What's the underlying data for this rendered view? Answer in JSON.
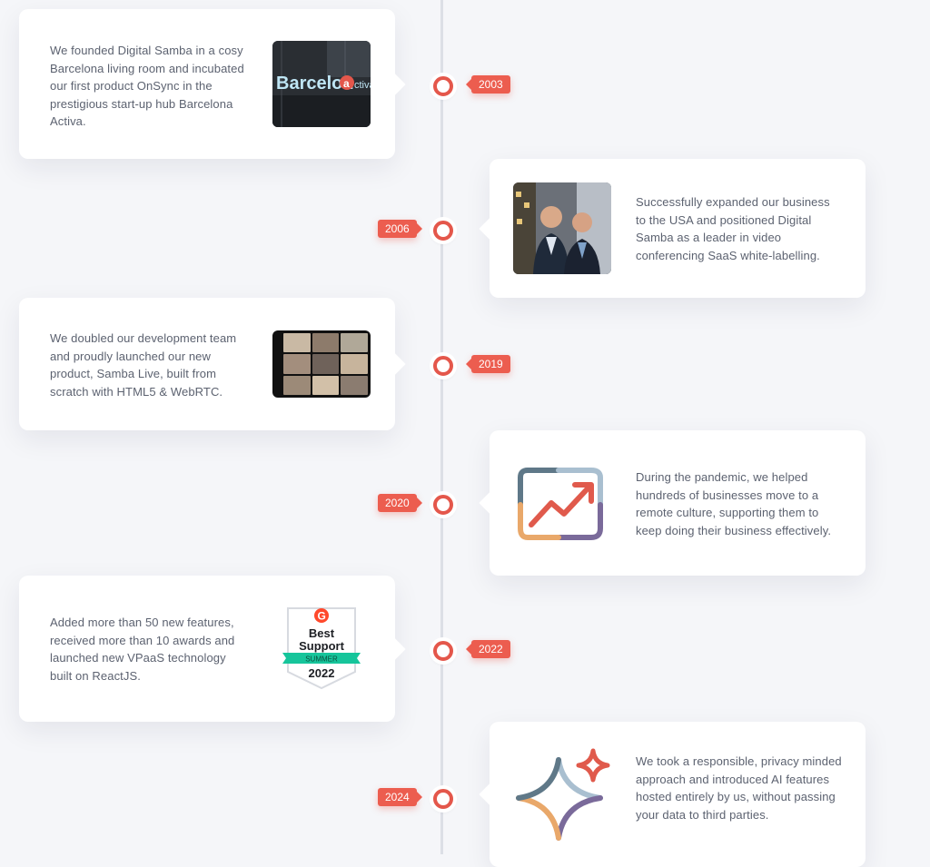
{
  "timeline": [
    {
      "year": "2003",
      "side": "left",
      "text": "We founded Digital Samba in a cosy Barcelona living room and incubated our first product OnSync in the prestigious start-up hub Barcelona Activa.",
      "image": "barcelona-activa-photo",
      "sign_text": "Barcelon",
      "sign_circle": "a",
      "sign_suffix": "ctiva"
    },
    {
      "year": "2006",
      "side": "right",
      "text": "Successfully expanded our business to the USA and positioned Digital Samba as a leader in video conferencing SaaS white-labelling.",
      "image": "founders-photo"
    },
    {
      "year": "2019",
      "side": "left",
      "text": "We doubled our development team and proudly launched our new product, Samba Live, built from scratch with HTML5 & WebRTC.",
      "image": "video-call-grid-photo"
    },
    {
      "year": "2020",
      "side": "right",
      "text": "During the pandemic, we helped hundreds of businesses move to a remote culture, supporting them to keep doing their business effectively.",
      "image": "growth-chart-icon"
    },
    {
      "year": "2022",
      "side": "left",
      "text": "Added more than 50 new features, received more than 10 awards and launched new VPaaS technology built on ReactJS.",
      "image": "g2-best-support-badge",
      "badge": {
        "g2": "G",
        "line1": "Best",
        "line2": "Support",
        "ribbon": "SUMMER",
        "year": "2022"
      }
    },
    {
      "year": "2024",
      "side": "right",
      "text": "We took a responsible, privacy minded approach and introduced AI features hosted entirely by us, without passing your data to third parties.",
      "image": "ai-sparkle-icon"
    }
  ],
  "colors": {
    "accent": "#ec5d4f",
    "line": "#dcdfe6",
    "text": "#5c6270",
    "background": "#f5f6f9"
  }
}
